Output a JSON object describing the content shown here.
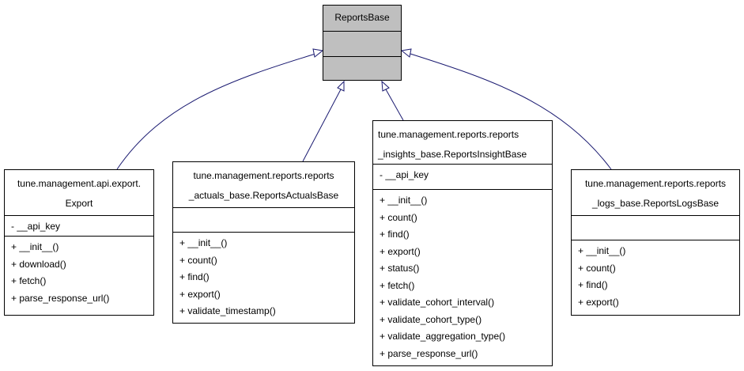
{
  "classes": {
    "base": {
      "name_lines": [
        "ReportsBase"
      ],
      "attributes": [],
      "methods": []
    },
    "export": {
      "name_lines": [
        "tune.management.api.export.",
        "Export"
      ],
      "attributes": [
        "- __api_key"
      ],
      "methods": [
        "+ __init__()",
        "+ download()",
        "+ fetch()",
        "+ parse_response_url()"
      ]
    },
    "actuals": {
      "name_lines": [
        "tune.management.reports.reports",
        "_actuals_base.ReportsActualsBase"
      ],
      "attributes": [],
      "methods": [
        "+ __init__()",
        "+ count()",
        "+ find()",
        "+ export()",
        "+ validate_timestamp()"
      ]
    },
    "insights": {
      "name_lines": [
        "tune.management.reports.reports",
        "_insights_base.ReportsInsightBase"
      ],
      "attributes": [
        "- __api_key"
      ],
      "methods": [
        "+ __init__()",
        "+ count()",
        "+ find()",
        "+ export()",
        "+ status()",
        "+ fetch()",
        "+ validate_cohort_interval()",
        "+ validate_cohort_type()",
        "+ validate_aggregation_type()",
        "+ parse_response_url()"
      ]
    },
    "logs": {
      "name_lines": [
        "tune.management.reports.reports",
        "_logs_base.ReportsLogsBase"
      ],
      "attributes": [],
      "methods": [
        "+ __init__()",
        "+ count()",
        "+ find()",
        "+ export()"
      ]
    }
  },
  "colors": {
    "edge": "#191970",
    "base_fill": "#bfbfbf",
    "box_border": "#000000"
  }
}
